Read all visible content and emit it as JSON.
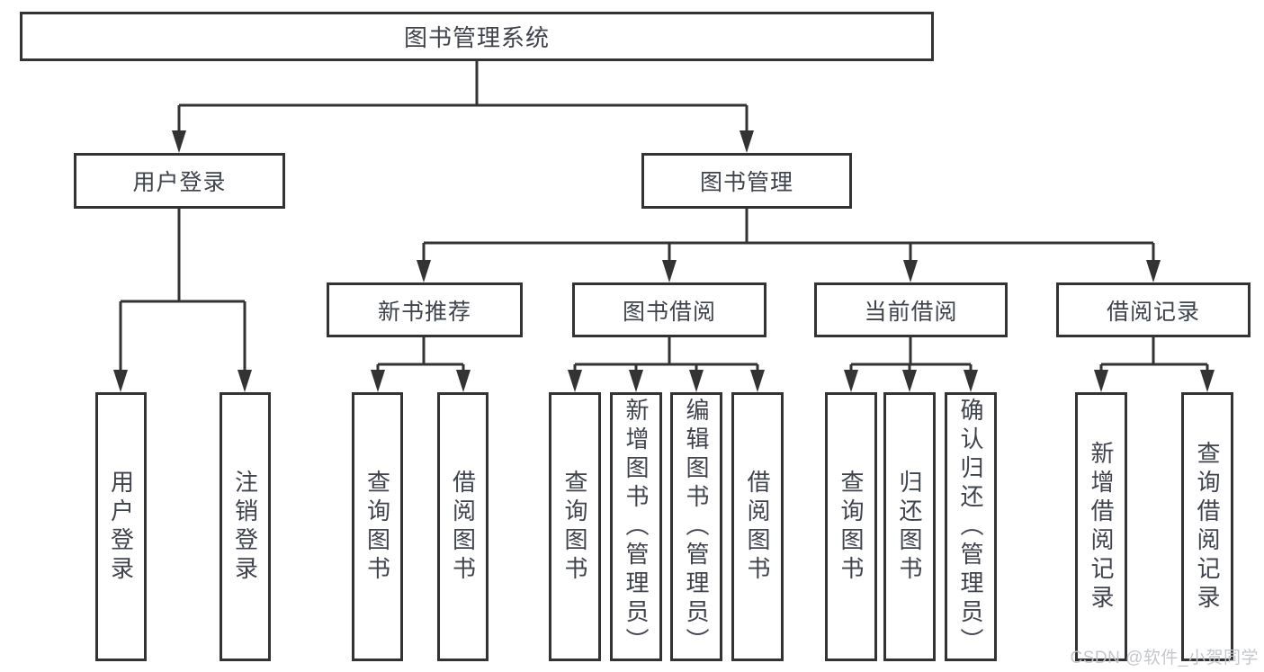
{
  "diagram": {
    "title_node": {
      "label": "图书管理系统"
    },
    "level2": [
      {
        "label": "用户登录",
        "parent": "图书管理系统"
      },
      {
        "label": "图书管理",
        "parent": "图书管理系统"
      }
    ],
    "level3": [
      {
        "label": "新书推荐",
        "parent": "图书管理"
      },
      {
        "label": "图书借阅",
        "parent": "图书管理"
      },
      {
        "label": "当前借阅",
        "parent": "图书管理"
      },
      {
        "label": "借阅记录",
        "parent": "图书管理"
      }
    ],
    "leaves": [
      {
        "label": "用户登录",
        "parent": "用户登录"
      },
      {
        "label": "注销登录",
        "parent": "用户登录"
      },
      {
        "label": "查询图书",
        "parent": "新书推荐"
      },
      {
        "label": "借阅图书",
        "parent": "新书推荐"
      },
      {
        "label": "查询图书",
        "parent": "图书借阅"
      },
      {
        "label": "新增图书（管理员）",
        "parent": "图书借阅"
      },
      {
        "label": "编辑图书（管理员）",
        "parent": "图书借阅"
      },
      {
        "label": "借阅图书",
        "parent": "图书借阅"
      },
      {
        "label": "查询图书",
        "parent": "当前借阅"
      },
      {
        "label": "归还图书",
        "parent": "当前借阅"
      },
      {
        "label": "确认归还（管理员）",
        "parent": "当前借阅"
      },
      {
        "label": "新增借阅记录",
        "parent": "借阅记录"
      },
      {
        "label": "查询借阅记录",
        "parent": "借阅记录"
      }
    ],
    "watermark": "CSDN @软件_小贺同学",
    "colors": {
      "line": "#333333",
      "text": "#3f434c",
      "watermark": "#c2c5ca",
      "background": "#ffffff"
    }
  }
}
